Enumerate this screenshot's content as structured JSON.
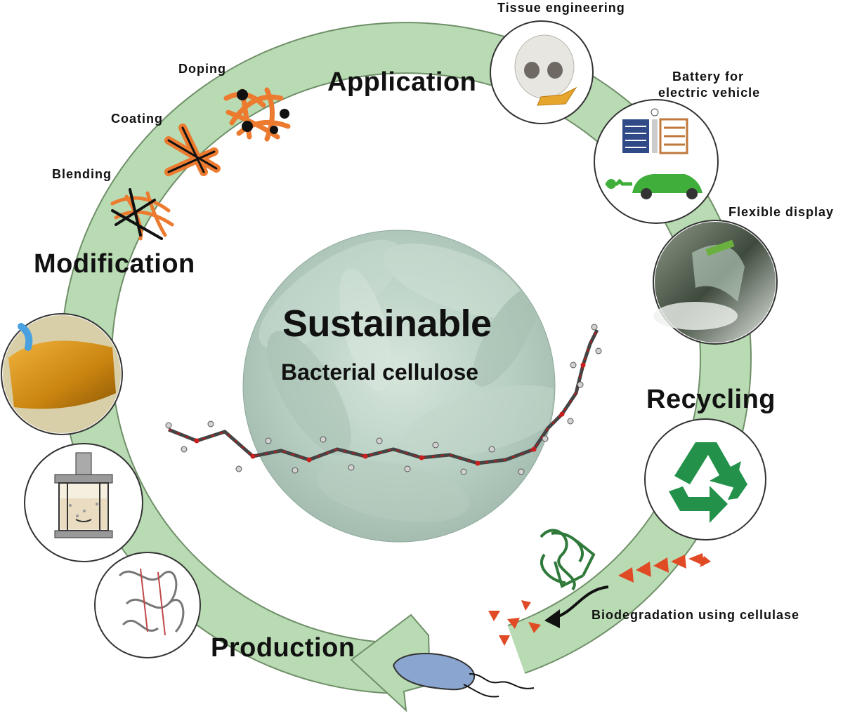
{
  "center": {
    "title": "Sustainable",
    "subtitle": "Bacterial cellulose"
  },
  "stages": {
    "application": "Application",
    "modification": "Modification",
    "recycling": "Recycling",
    "production": "Production"
  },
  "modification_methods": {
    "doping": "Doping",
    "coating": "Coating",
    "blending": "Blending"
  },
  "applications": {
    "tissue": "Tissue engineering",
    "battery_line1": "Battery for",
    "battery_line2": "electric vehicle",
    "display": "Flexible display"
  },
  "biodegradation": "Biodegradation using cellulase",
  "colors": {
    "ring": "#b9dbb3",
    "ring_stroke": "#6f8f68",
    "fiber_orange": "#ec7a2f",
    "recycle_green": "#23914a",
    "fragment_red": "#e04a24",
    "car_green": "#3fae3a",
    "bacterium": "#8aa5cf"
  },
  "icons": [
    "skull-icon",
    "battery-car-icon",
    "flexible-display-icon",
    "recycle-icon",
    "enzyme-icon",
    "bacterium-icon",
    "protein-structure-icon",
    "bioreactor-icon",
    "cellulose-pellicle-icon",
    "cellulose-chain-icon"
  ]
}
